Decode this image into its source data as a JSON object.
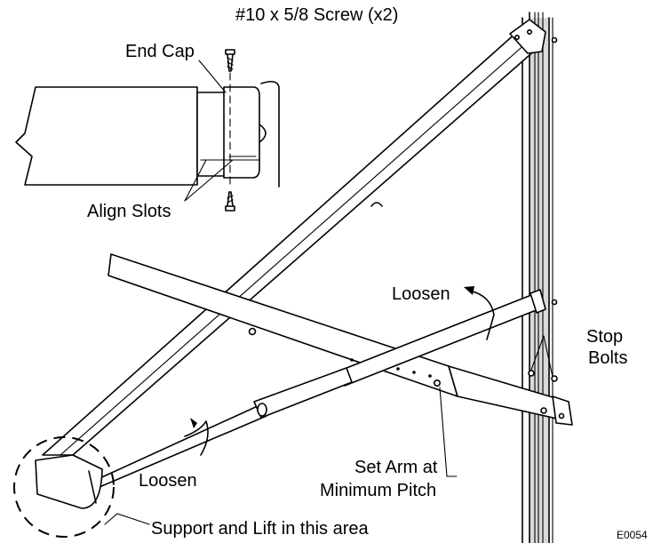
{
  "labels": {
    "screw": "#10 x 5/8 Screw (x2)",
    "end_cap": "End Cap",
    "align_slots": "Align Slots",
    "loosen_top": "Loosen",
    "loosen_bottom": "Loosen",
    "stop": "Stop",
    "bolts": "Bolts",
    "set_arm_line1": "Set Arm at",
    "set_arm_line2": "Minimum Pitch",
    "support_lift": "Support and Lift in this area",
    "figure_code": "E0054"
  },
  "colors": {
    "line": "#000000",
    "background": "#ffffff",
    "shade": "#d9d9d9"
  }
}
